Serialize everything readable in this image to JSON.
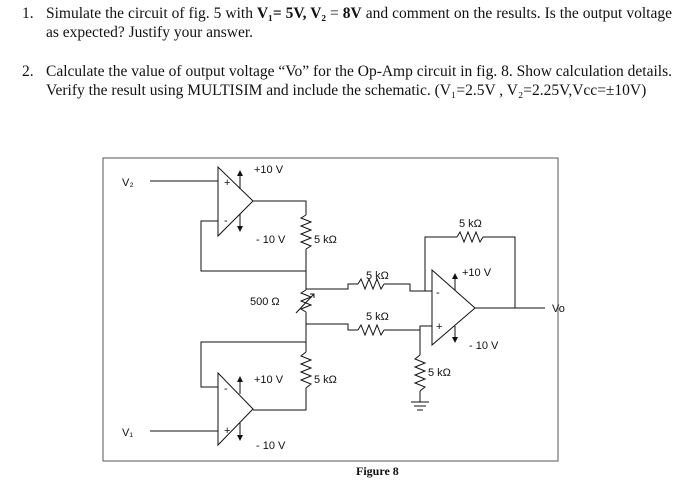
{
  "questions": [
    {
      "number": "1.",
      "line1_pre": "Simulate the circuit of fig. 5 with ",
      "v1_label": "V₁= 5V, V₂",
      "line1_mid": " = ",
      "v2_value": "8V",
      "line1_post": " and comment on the results. Is the output voltage as expected? Justify your answer."
    },
    {
      "number": "2.",
      "text": "Calculate the value of output voltage “Vo” for the Op-Amp circuit in fig. 8. Show calculation details. Verify the result using MULTISIM and include the schematic. (V₁=2.5V , V₂=2.25V,Vcc=±10V)"
    }
  ],
  "figure": {
    "caption": "Figure 8",
    "labels": {
      "v2": "V₂",
      "v1": "V₁",
      "vo": "Vo",
      "top_supply_pos": "+10 V",
      "top_supply_neg": "- 10 V",
      "top_res": "5 kΩ",
      "mid_res": "500 Ω",
      "bot_supply_pos": "+10 V",
      "bot_res": "5 kΩ",
      "bot_supply_neg": "- 10 V",
      "in_res_top": "5 kΩ",
      "in_res_bot": "5 kΩ",
      "feedback_res": "5 kΩ",
      "ground_res": "5 kΩ",
      "out_supply_pos": "+10 V",
      "out_supply_neg": "- 10 V",
      "plus": "+",
      "minus": "-"
    }
  }
}
